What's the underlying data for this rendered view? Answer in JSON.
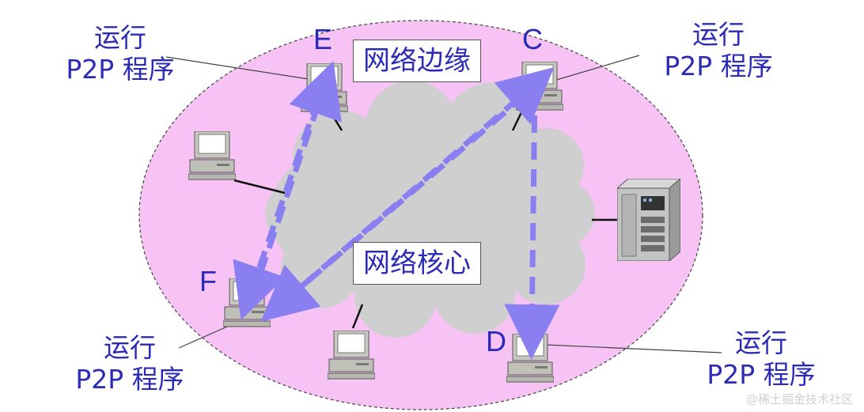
{
  "diagram": {
    "edge_label": "网络边缘",
    "core_label": "网络核心",
    "nodes": {
      "E": {
        "letter": "E",
        "line1": "运行",
        "line2": "P2P 程序"
      },
      "C": {
        "letter": "C",
        "line1": "运行",
        "line2": "P2P 程序"
      },
      "F": {
        "letter": "F",
        "line1": "运行",
        "line2": "P2P 程序"
      },
      "D": {
        "letter": "D",
        "line1": "运行",
        "line2": "P2P 程序"
      }
    },
    "watermark": "@稀土掘金技术社区",
    "colors": {
      "edge_fill": "#f6c3f4",
      "core_fill": "#cfcfcf",
      "arrow": "#8a7ff0",
      "label_text": "#2b2bb8"
    }
  }
}
